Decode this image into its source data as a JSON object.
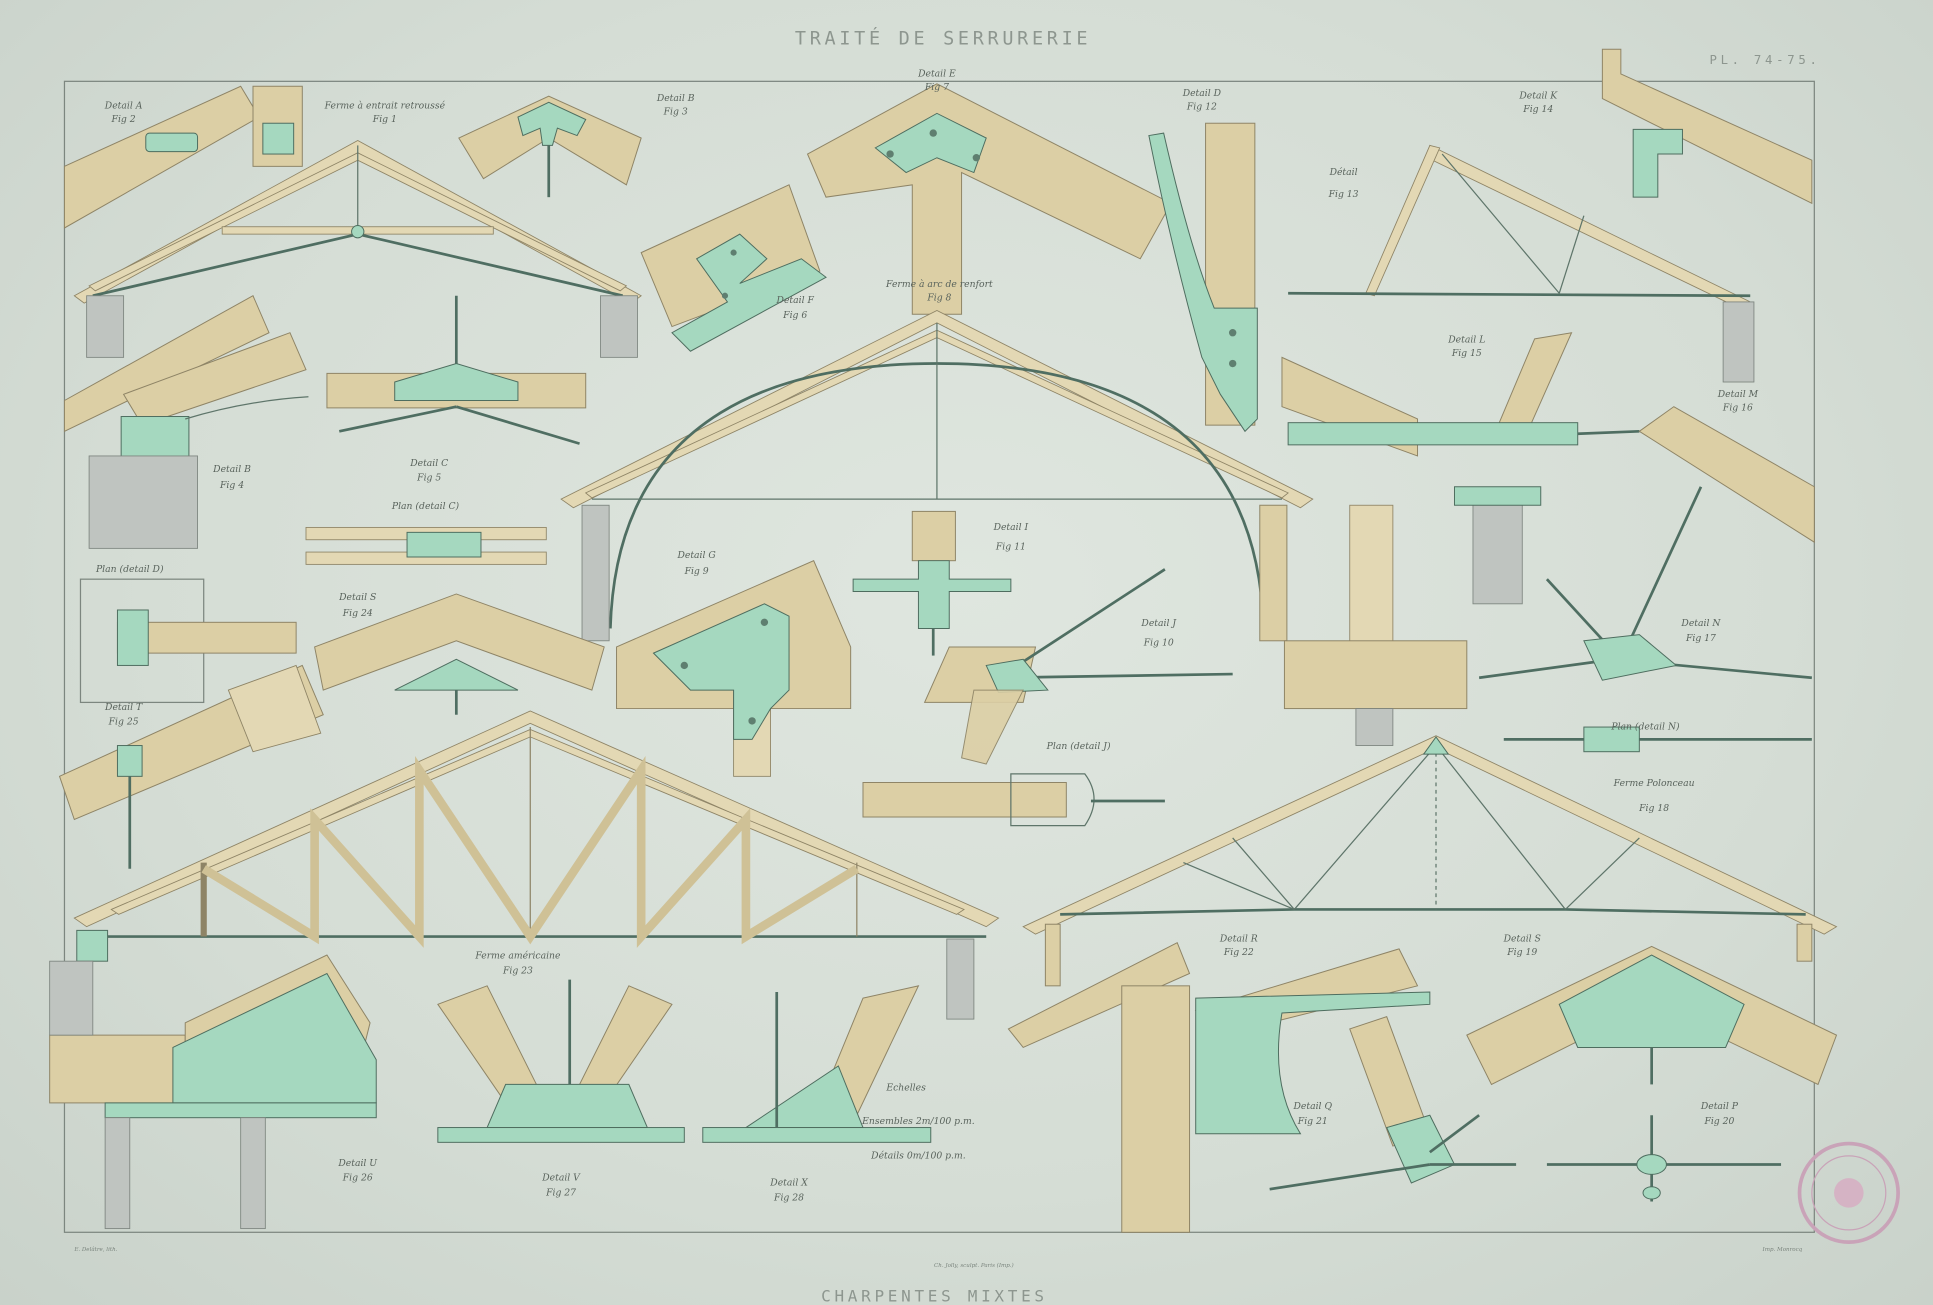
{
  "header": {
    "title": "TRAITÉ DE SERRURERIE",
    "plate_number": "PL. 74-75."
  },
  "footer": {
    "printer": "Ch. Jolly, sculpt. Paris (Imp.)",
    "title": "CHARPENTES MIXTES",
    "engraver_left": "E. Delâtre, lith.",
    "engraver_right": "Imp. Monrocq"
  },
  "scales": {
    "heading": "Echelles",
    "ensembles": "Ensembles  2m/100 p.m.",
    "details": "Détails  0m/100 p.m."
  },
  "figures": [
    {
      "title": "Detail A",
      "fig": "Fig 2"
    },
    {
      "title": "Ferme à entrait retroussé",
      "fig": "Fig 1"
    },
    {
      "title": "Detail B",
      "fig": "Fig 3"
    },
    {
      "title": "Detail E",
      "fig": "Fig 7"
    },
    {
      "title": "Detail D",
      "fig": "Fig 12"
    },
    {
      "title": "Detail K",
      "fig": "Fig 14"
    },
    {
      "title": "Détail",
      "fig": "Fig 13"
    },
    {
      "title": "Ferme à arc de renfort",
      "fig": "Fig 8"
    },
    {
      "title": "Detail F",
      "fig": "Fig 6"
    },
    {
      "title": "Detail L",
      "fig": "Fig 15"
    },
    {
      "title": "Detail M",
      "fig": "Fig 16"
    },
    {
      "title": "Detail B",
      "fig": "Fig 4"
    },
    {
      "title": "Detail C",
      "fig": "Fig 5"
    },
    {
      "title": "Plan (detail C)",
      "fig": ""
    },
    {
      "title": "Plan (detail D)",
      "fig": ""
    },
    {
      "title": "Detail G",
      "fig": "Fig 9"
    },
    {
      "title": "Detail I",
      "fig": "Fig 11"
    },
    {
      "title": "Detail S",
      "fig": "Fig 24"
    },
    {
      "title": "Detail T",
      "fig": "Fig 25"
    },
    {
      "title": "Detail J",
      "fig": "Fig 10"
    },
    {
      "title": "Detail N",
      "fig": "Fig 17"
    },
    {
      "title": "Plan (detail N)",
      "fig": ""
    },
    {
      "title": "Plan (detail J)",
      "fig": ""
    },
    {
      "title": "Ferme Polonceau",
      "fig": "Fig 18"
    },
    {
      "title": "Ferme américaine",
      "fig": "Fig 23"
    },
    {
      "title": "Detail R",
      "fig": "Fig 22"
    },
    {
      "title": "Detail S",
      "fig": "Fig 19"
    },
    {
      "title": "Detail U",
      "fig": "Fig 26"
    },
    {
      "title": "Detail V",
      "fig": "Fig 27"
    },
    {
      "title": "Detail X",
      "fig": "Fig 28"
    },
    {
      "title": "Detail Q",
      "fig": "Fig 21"
    },
    {
      "title": "Detail P",
      "fig": "Fig 20"
    }
  ],
  "colors": {
    "paper": "#d9e0d9",
    "wood": "#dccfa5",
    "iron": "#a5d8bf",
    "stamp": "#c9a3b8"
  }
}
